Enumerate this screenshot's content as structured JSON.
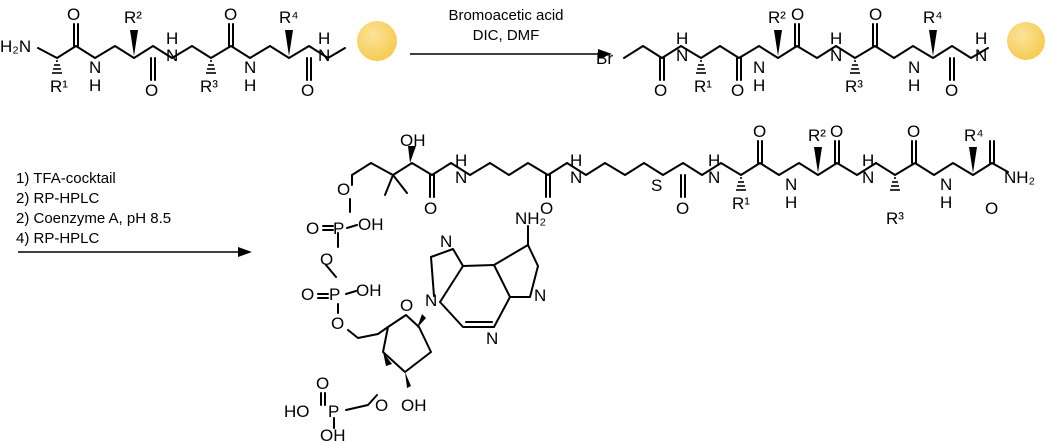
{
  "reaction1": {
    "reagent_line1": "Bromoacetic acid",
    "reagent_line2": "DIC, DMF"
  },
  "reaction2": {
    "steps": [
      "1) TFA-cocktail",
      "2) RP-HPLC",
      "2) Coenzyme A, pH 8.5",
      "4) RP-HPLC"
    ]
  },
  "atoms": {
    "H2N": "H₂N",
    "NH": "NH",
    "NH2": "NH₂",
    "N": "N",
    "H": "H",
    "O": "O",
    "OH": "OH",
    "HO": "HO",
    "S": "S",
    "P": "P",
    "Br": "Br",
    "R1": "R¹",
    "R2": "R²",
    "R3": "R³",
    "R4": "R⁴"
  },
  "colors": {
    "resin_bead": "#f6c94f",
    "resin_bead_light": "#fbe39a",
    "ink": "#000000"
  },
  "icons": {
    "resin": "resin-bead-icon",
    "arrow": "reaction-arrow"
  }
}
